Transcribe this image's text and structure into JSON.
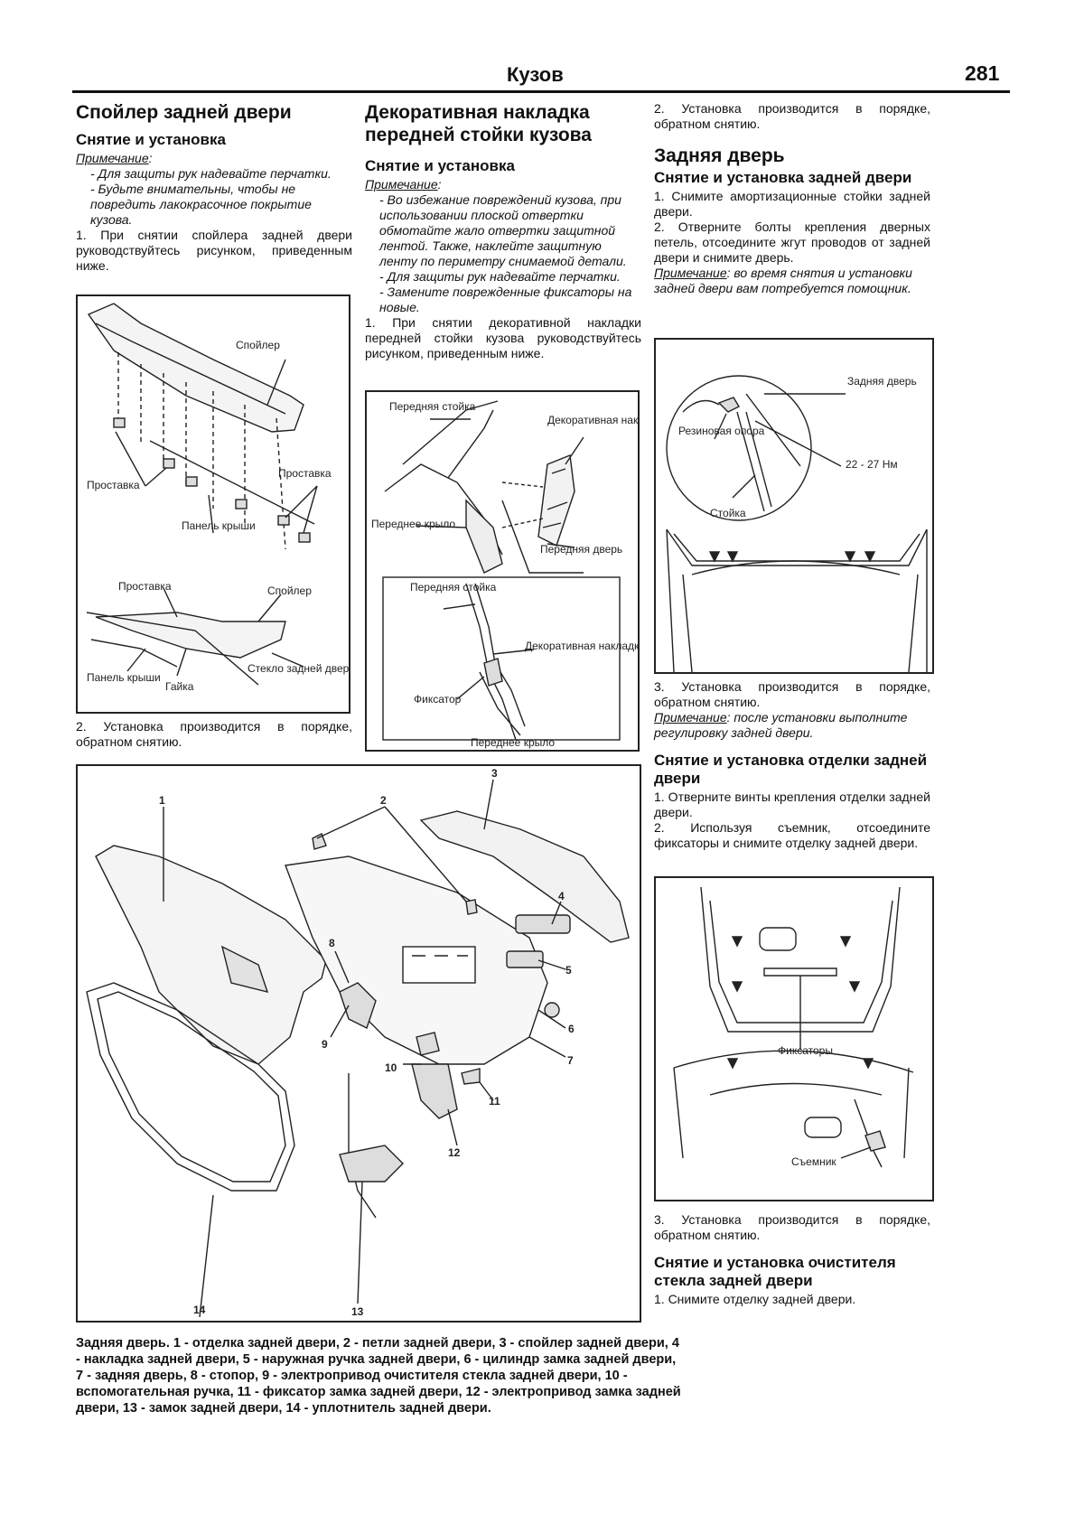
{
  "header": {
    "chapter": "Кузов",
    "page_number": "281"
  },
  "col1": {
    "title": "Спойлер задней двери",
    "subtitle": "Снятие и установка",
    "note_label": "Примечание",
    "note_items": [
      "- Для защиты рук надевайте перчатки.",
      "- Будьте внимательны, чтобы не повредить лакокрасочное покрытие кузова."
    ],
    "step1": "1. При снятии спойлера задней двери руководствуйтесь рисунком, приведенным ниже.",
    "fig_labels": {
      "spoiler": "Спойлер",
      "spacer_left": "Проставка",
      "spacer_right": "Проставка",
      "roof_panel": "Панель крыши",
      "spacer_detail": "Проставка",
      "spoiler_detail": "Спойлер",
      "roof_panel_detail": "Панель крыши",
      "nut": "Гайка",
      "rear_glass": "Стекло задней двери"
    },
    "step2": "2. Установка производится в порядке, обратном снятию."
  },
  "col2": {
    "title": "Декоративная накладка передней стойки кузова",
    "subtitle": "Снятие и установка",
    "note_label": "Примечание",
    "note_items": [
      "- Во избежание повреждений кузова, при использовании плоской отвертки обмотайте жало отвертки защитной лентой. Также, наклейте защитную ленту по периметру снимаемой детали.",
      "- Для защиты рук надевайте перчатки.",
      "- Замените поврежденные фиксаторы на новые."
    ],
    "step1": "1. При снятии декоративной накладки передней стойки кузова руководствуйтесь рисунком, приведенным ниже.",
    "fig_labels": {
      "front_pillar": "Передняя стойка",
      "deco_trim": "Декоративная накладка",
      "front_fender": "Переднее крыло",
      "front_door": "Передняя дверь",
      "front_pillar_detail": "Передняя стойка",
      "deco_trim_detail": "Декоративная накладка",
      "clip": "Фиксатор",
      "front_fender_detail": "Переднее крыло"
    }
  },
  "col3": {
    "intro": "2. Установка производится в порядке, обратном снятию.",
    "title": "Задняя дверь",
    "subtitle1": "Снятие и установка задней двери",
    "step1": "1. Снимите амортизационные стойки задней двери.",
    "step2": "2. Отверните болты крепления дверных петель, отсоедините жгут проводов от задней двери и снимите дверь.",
    "note1_label": "Примечание",
    "note1_text": ": во время снятия и установки задней двери вам потребуется помощник.",
    "fig1_labels": {
      "rear_door": "Задняя дверь",
      "rubber_stop": "Резиновая опора",
      "torque": "22 - 27 Нм",
      "strut": "Стойка"
    },
    "step3": "3. Установка производится в порядке, обратном снятию.",
    "note2_label": "Примечание",
    "note2_text": ": после установки выполните регулировку задней двери.",
    "subtitle2": "Снятие и установка отделки задней двери",
    "trim_step1": "1. Отверните винты крепления отделки задней двери.",
    "trim_step2": "2. Используя съемник, отсоедините фиксаторы и снимите отделку задней двери.",
    "fig2_labels": {
      "clips": "Фиксаторы",
      "remover": "Съемник"
    },
    "trim_step3": "3. Установка производится в порядке, обратном снятию.",
    "subtitle3": "Снятие и установка очистителя стекла задней двери",
    "wiper_step1": "1. Снимите отделку задней двери."
  },
  "big_figure": {
    "numbers": [
      "1",
      "2",
      "3",
      "4",
      "5",
      "6",
      "7",
      "8",
      "9",
      "10",
      "11",
      "12",
      "13",
      "14"
    ],
    "caption": "Задняя дверь. 1 - отделка задней двери, 2 - петли задней двери, 3 - спойлер задней двери, 4 - накладка задней двери, 5 - наружная ручка задней двери, 6 - цилиндр замка задней двери, 7 - задняя дверь, 8 - стопор, 9 - электропривод очистителя стекла задней двери, 10 - вспомогательная ручка, 11 - фиксатор замка задней двери, 12 - электропривод замка задней двери, 13 - замок задней двери, 14 - уплотнитель задней двери."
  }
}
